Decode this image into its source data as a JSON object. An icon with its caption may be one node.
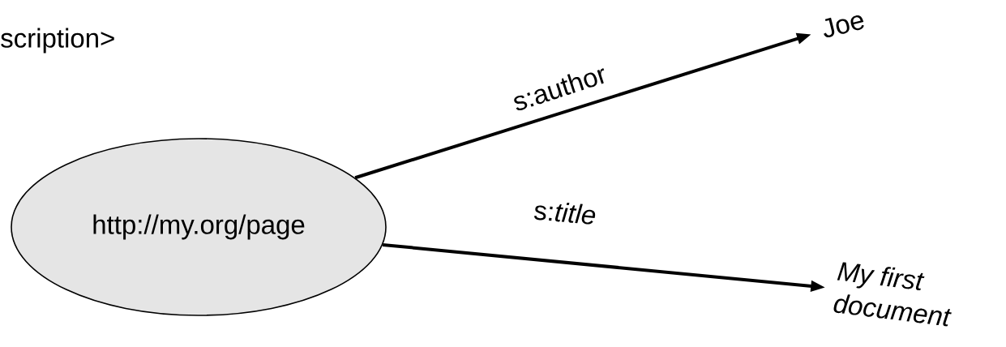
{
  "diagram": {
    "nodes": [
      {
        "text": [
          "http://my.org/page"
        ]
      },
      {
        "text": [
          "Joe"
        ]
      },
      {
        "text": [
          "*My first document*"
        ]
      }
    ],
    "edges": [
      {
        "from": 0,
        "to": 1,
        "arrow": "to",
        "label": "s:author"
      },
      {
        "from": 0,
        "to": 2,
        "arrow": "to",
        "label": "s:*title*"
      }
    ],
    "labels": [
      "scription>"
    ]
  }
}
